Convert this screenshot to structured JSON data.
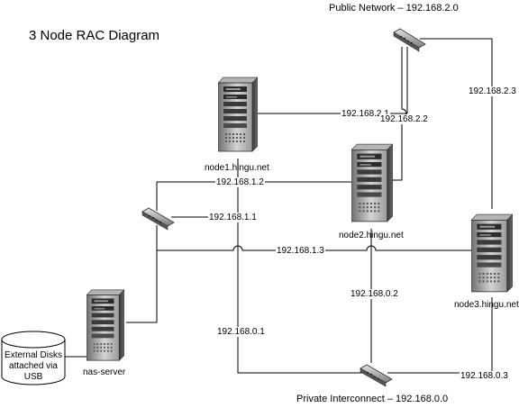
{
  "diagram": {
    "title": "3 Node RAC Diagram",
    "public_network": "Public Network – 192.168.2.0",
    "private_interconnect": "Private Interconnect – 192.168.0.0",
    "nodes": {
      "node1": "node1.hingu.net",
      "node2": "node2.hingu.net",
      "node3": "node3.hingu.net",
      "nas": "nas-server"
    },
    "storage": {
      "line1": "External Disks",
      "line2": "attached via",
      "line3": "USB"
    },
    "ips": {
      "node1_public": "192.168.2.1",
      "node2_public": "192.168.2.2",
      "node3_public": "192.168.2.3",
      "node1_storage": "192.168.1.2",
      "nas_storage": "192.168.1.1",
      "node3_storage": "192.168.1.3",
      "node1_private": "192.168.0.1",
      "node2_private": "192.168.0.2",
      "node3_private": "192.168.0.3"
    }
  }
}
